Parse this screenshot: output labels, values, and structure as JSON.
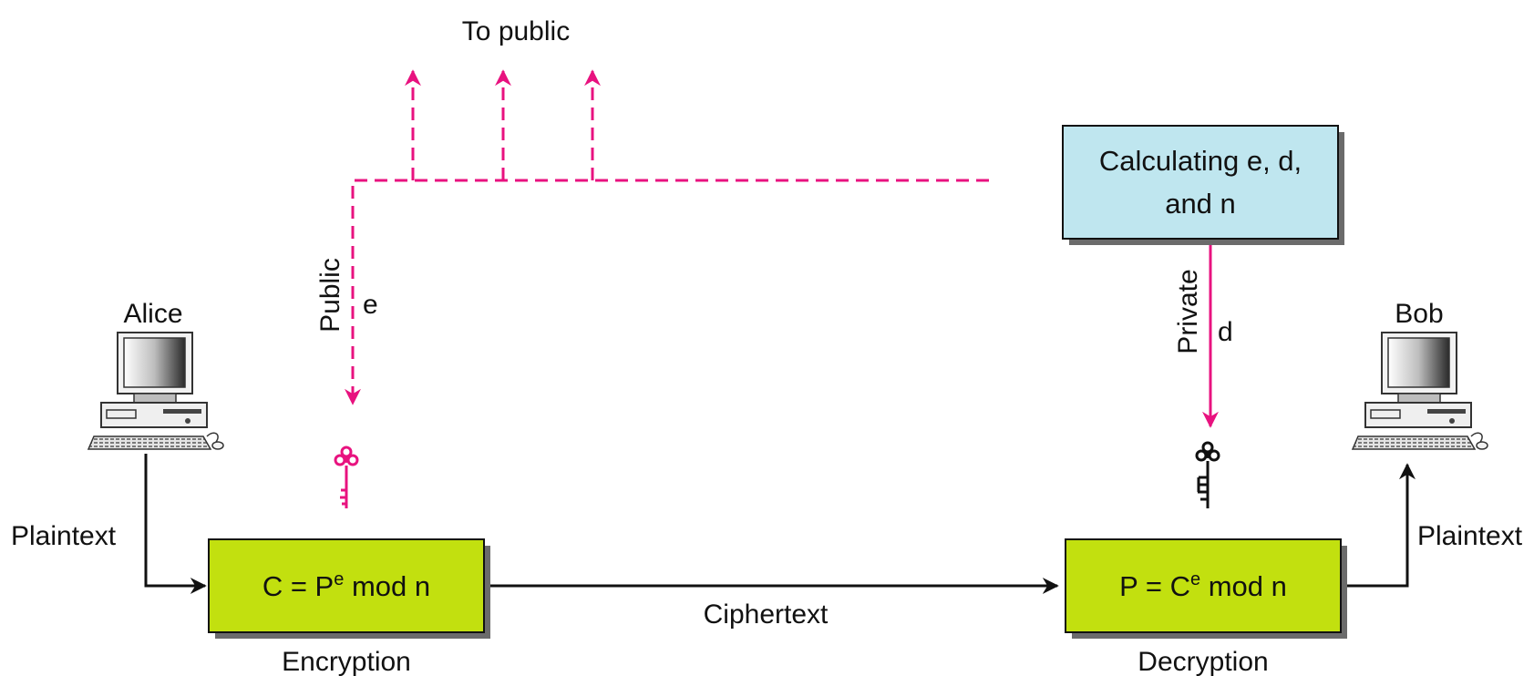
{
  "labels": {
    "to_public": "To public",
    "public_label": "Public",
    "public_key": "e",
    "private_label": "Private",
    "private_key": "d",
    "alice": "Alice",
    "bob": "Bob",
    "plaintext_left": "Plaintext",
    "plaintext_right": "Plaintext",
    "ciphertext": "Ciphertext",
    "encryption": "Encryption",
    "decryption": "Decryption"
  },
  "calc_box": {
    "line1": "Calculating e, d,",
    "line2": "and n"
  },
  "encrypt_box": {
    "lhs": "C = P",
    "exp": "e",
    "rhs": " mod n"
  },
  "decrypt_box": {
    "lhs": "P = C",
    "exp": "e",
    "rhs": " mod n"
  },
  "colors": {
    "public_path": "#e8127f",
    "private_path": "#e8127f",
    "calc_box_fill": "#bfe6ef",
    "crypto_box_fill": "#c2e00f",
    "private_key_icon": "#111111",
    "public_key_icon": "#e8127f",
    "line": "#111111"
  },
  "icons": {
    "alice_computer": "desktop-computer-icon",
    "bob_computer": "desktop-computer-icon",
    "public_key": "key-icon",
    "private_key": "key-icon"
  }
}
